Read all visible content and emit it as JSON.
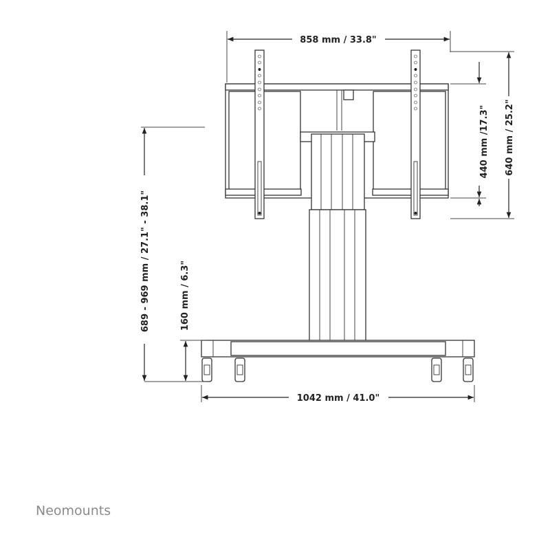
{
  "dimensions": {
    "mount_width": "858 mm / 33.8\"",
    "mount_inner_height": "440 mm /17.3\"",
    "mount_total_height": "640 mm / 25.2\"",
    "height_range": "689 - 969 mm / 27.1\" - 38.1\"",
    "base_height": "160 mm / 6.3\"",
    "base_width": "1042 mm / 41.0\""
  },
  "brand": {
    "name": "Neomounts"
  }
}
